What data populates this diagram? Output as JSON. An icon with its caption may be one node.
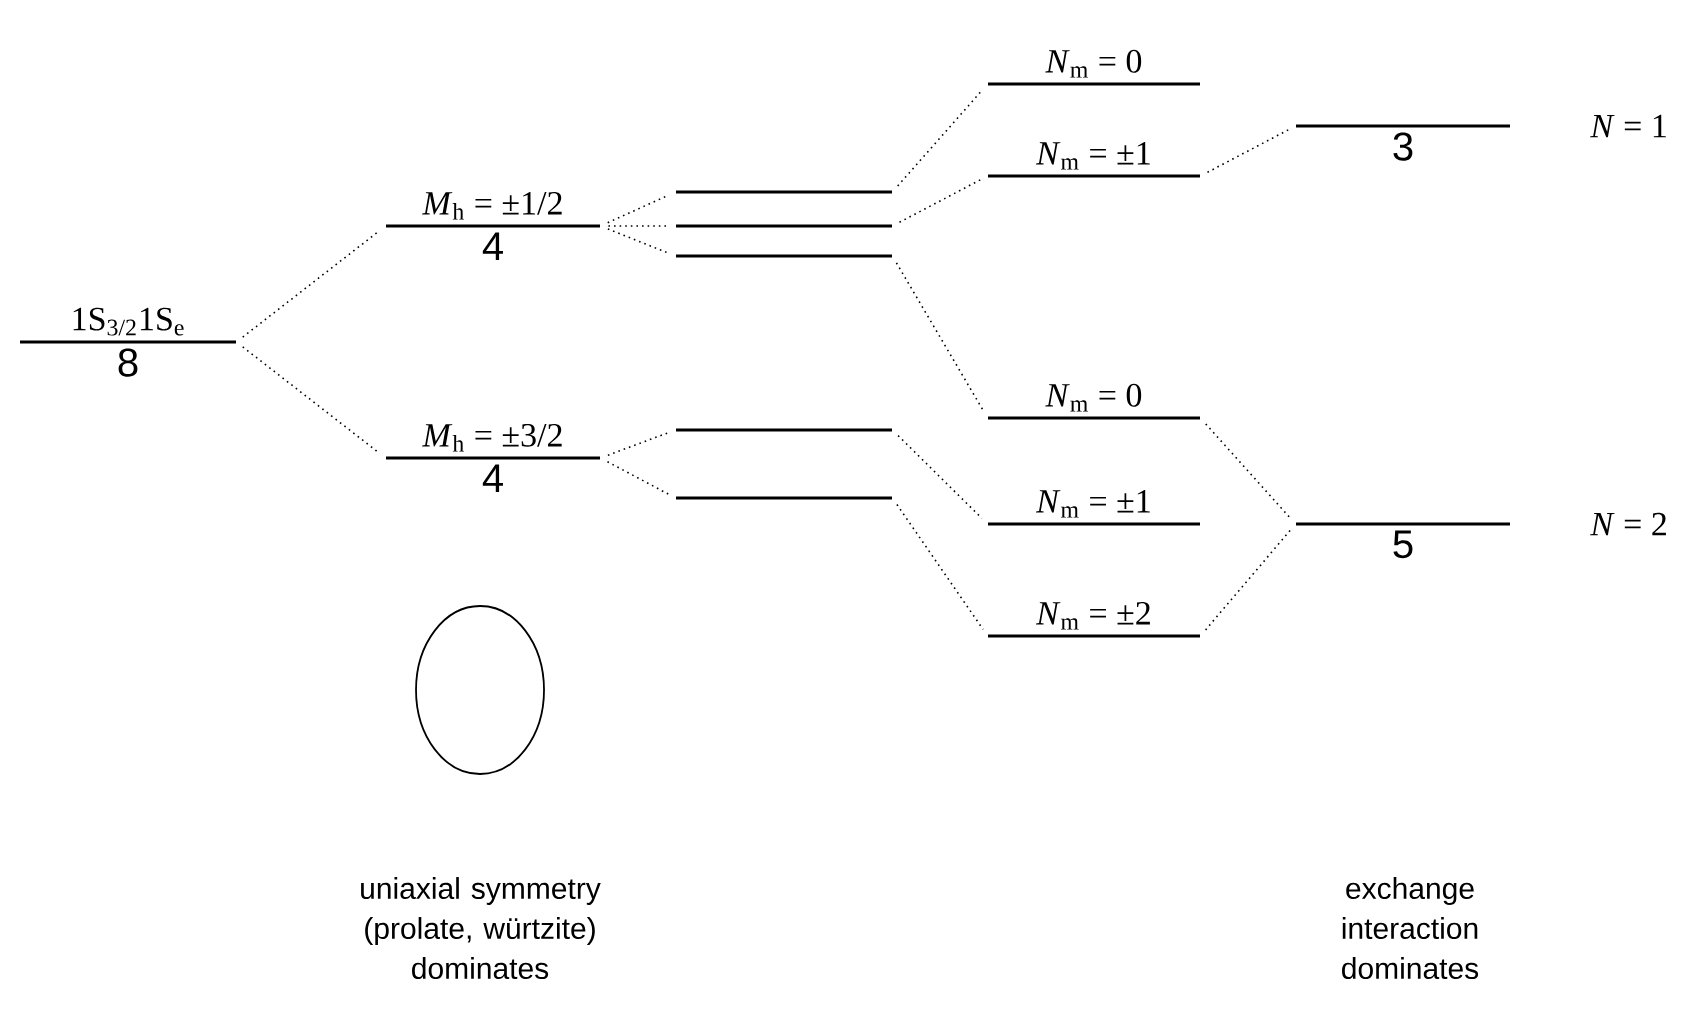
{
  "diagram": {
    "nodes": [
      {
        "text": [
          "1S$_{3/2}$1S$_{e}$",
          "8"
        ]
      },
      {
        "text": [
          "*M*$_{h}$ = ±1/2",
          "4"
        ]
      },
      {
        "text": [
          "*M*$_{h}$ = ±3/2",
          "4"
        ]
      },
      {
        "text": [],
        "shape": "bar"
      },
      {
        "text": [],
        "shape": "bar"
      },
      {
        "text": [],
        "shape": "bar"
      },
      {
        "text": [],
        "shape": "bar"
      },
      {
        "text": [],
        "shape": "bar"
      },
      {
        "text": [
          "*N*$_{m}$ = 0"
        ]
      },
      {
        "text": [
          "*N*$_{m}$ = ±1"
        ]
      },
      {
        "text": [
          "*N*$_{m}$ = 0"
        ]
      },
      {
        "text": [
          "*N*$_{m}$ = ±1"
        ]
      },
      {
        "text": [
          "*N*$_{m}$ = ±2"
        ]
      },
      {
        "text": [
          "3"
        ],
        "beside": [
          "*N* = 1"
        ]
      },
      {
        "text": [
          "5"
        ],
        "beside": [
          "*N* = 2"
        ]
      }
    ],
    "edges": [
      {
        "from": 0,
        "to": 1,
        "arrow": "none"
      },
      {
        "from": 0,
        "to": 2,
        "arrow": "none"
      },
      {
        "from": 1,
        "to": 3,
        "arrow": "none"
      },
      {
        "from": 1,
        "to": 4,
        "arrow": "none"
      },
      {
        "from": 1,
        "to": 5,
        "arrow": "none"
      },
      {
        "from": 2,
        "to": 6,
        "arrow": "none"
      },
      {
        "from": 2,
        "to": 7,
        "arrow": "none"
      },
      {
        "from": 3,
        "to": 8,
        "arrow": "none"
      },
      {
        "from": 4,
        "to": 9,
        "arrow": "none"
      },
      {
        "from": 5,
        "to": 10,
        "arrow": "none"
      },
      {
        "from": 6,
        "to": 11,
        "arrow": "none"
      },
      {
        "from": 7,
        "to": 12,
        "arrow": "none"
      },
      {
        "from": 9,
        "to": 13,
        "arrow": "none"
      },
      {
        "from": 10,
        "to": 14,
        "arrow": "none"
      },
      {
        "from": 12,
        "to": 14,
        "arrow": "none"
      }
    ],
    "labels": [
      "uniaxial symmetry (prolate, würtzite) dominates",
      "exchange interaction dominates"
    ]
  }
}
